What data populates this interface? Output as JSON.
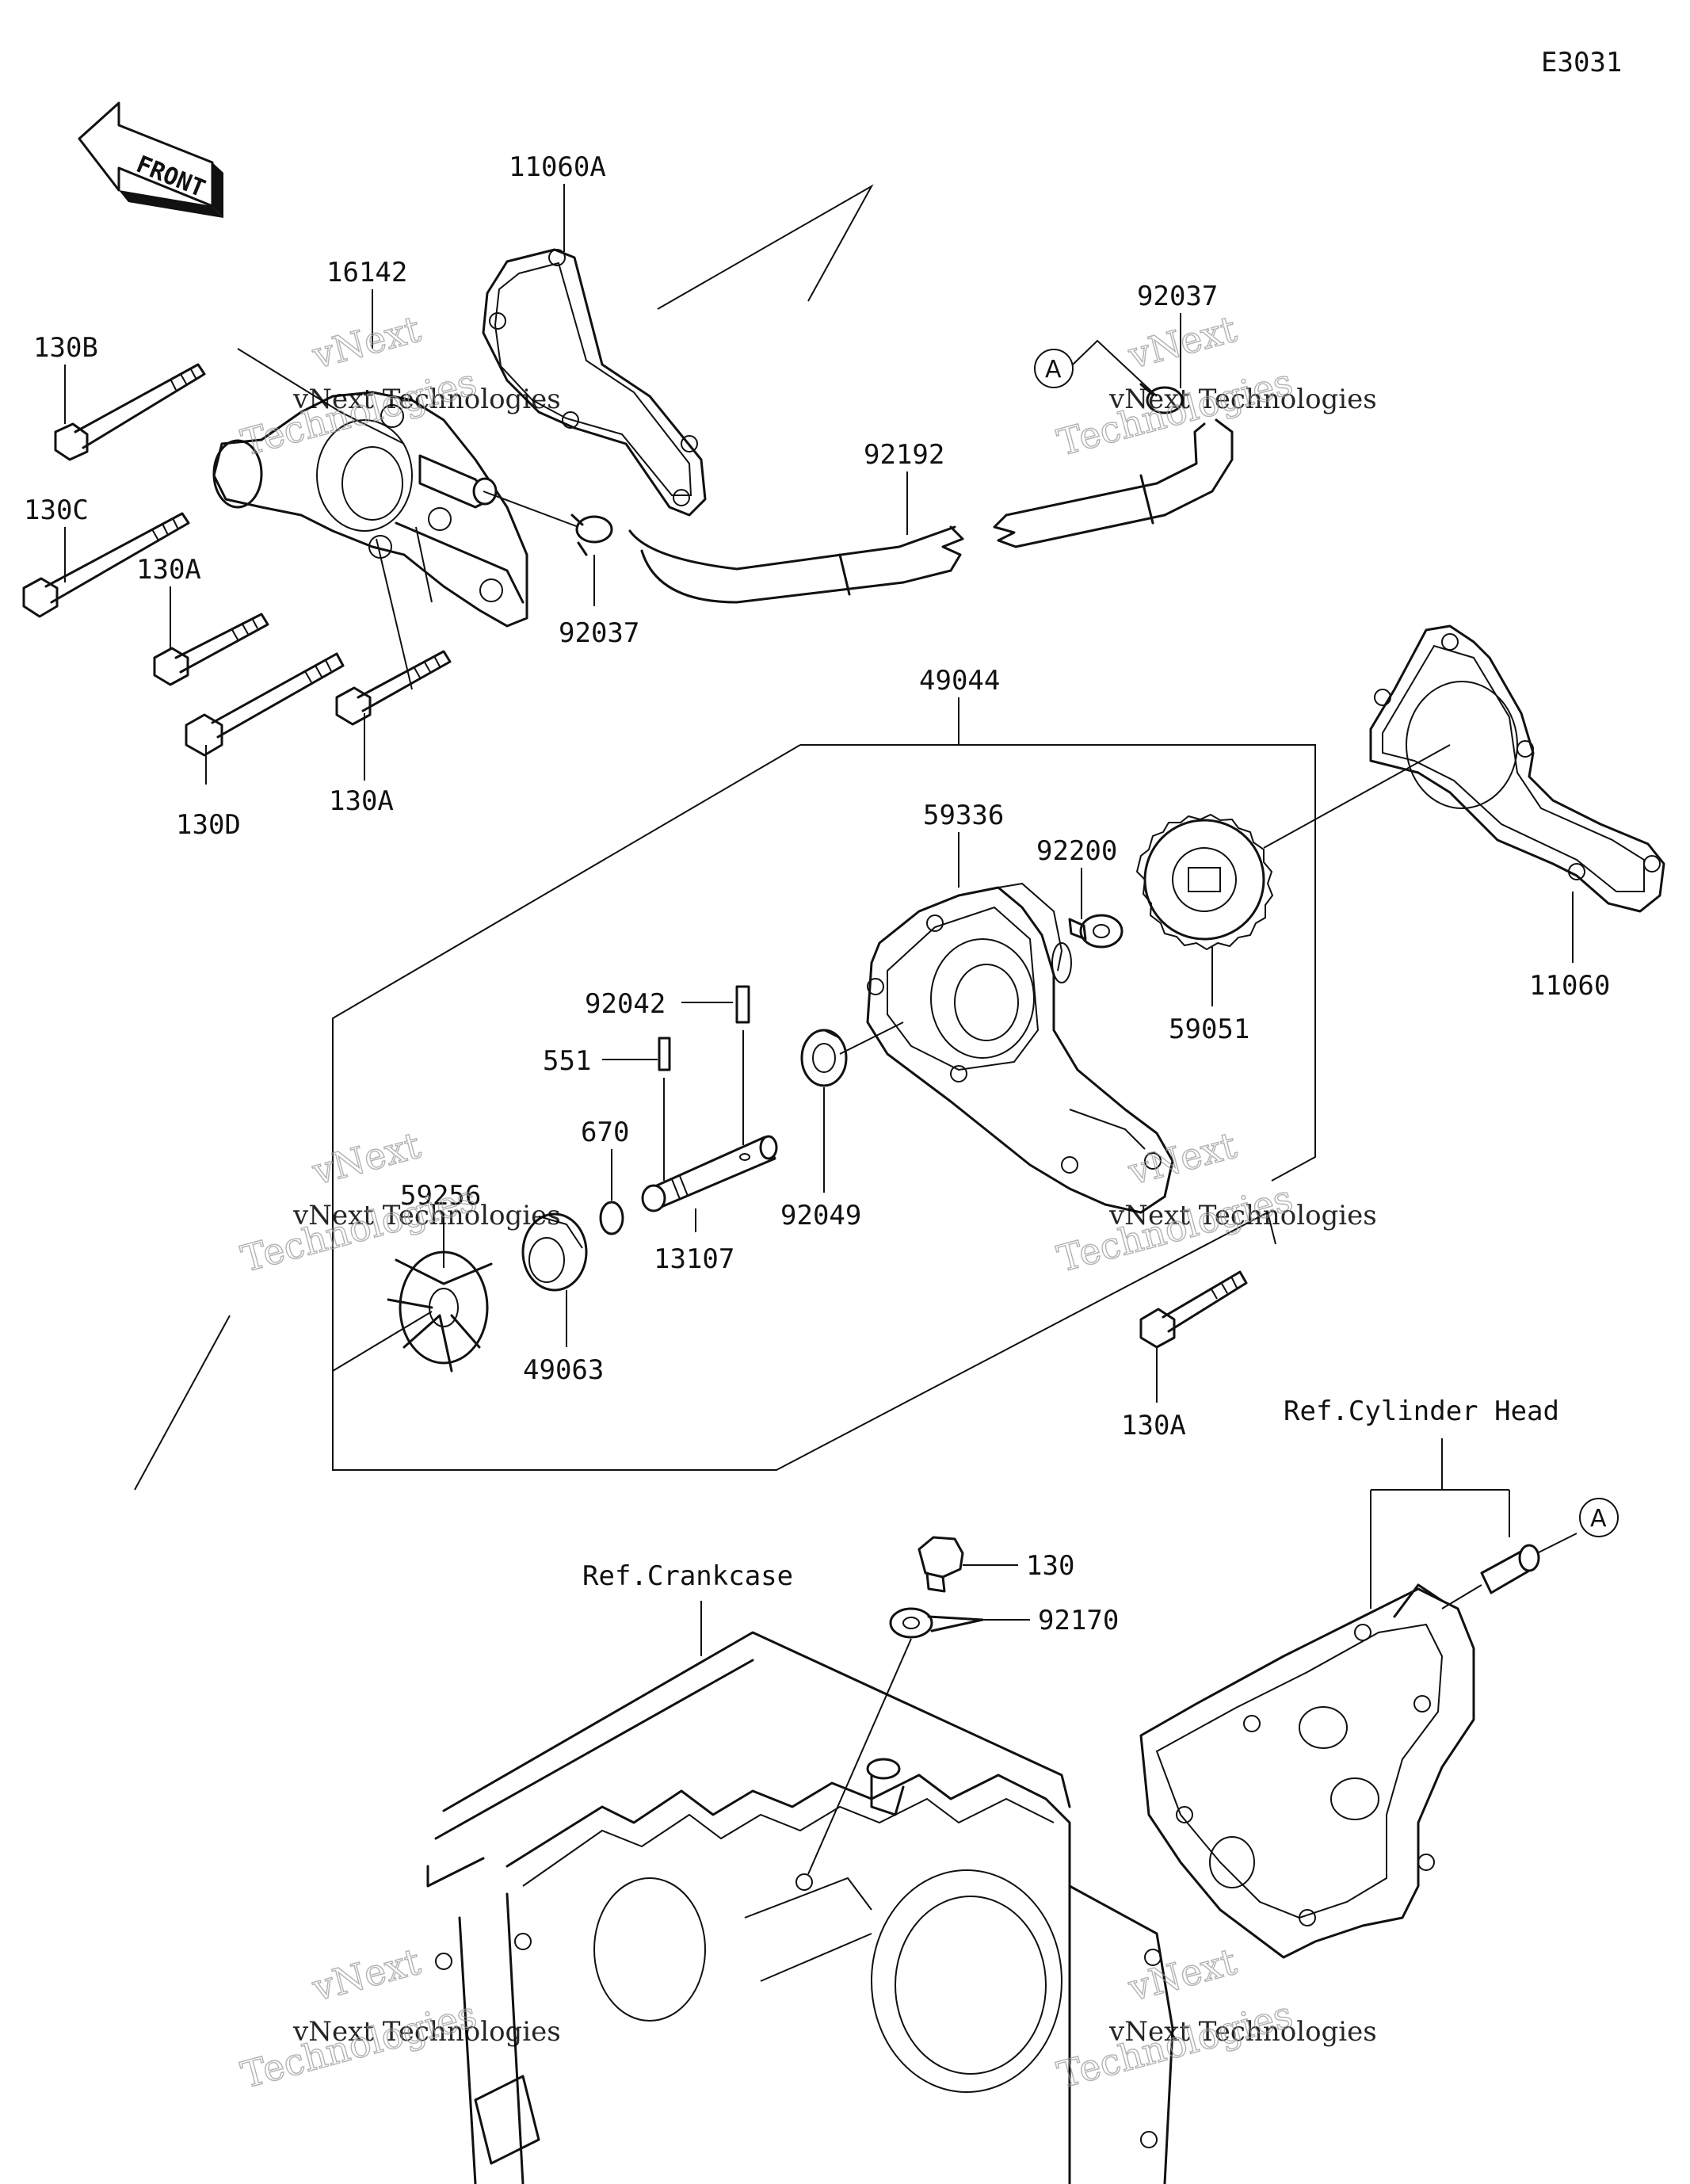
{
  "diagram": {
    "id": "E3031",
    "front_label": "FRONT",
    "callout_marker": "A",
    "references": {
      "cylinder_head": "Ref.Cylinder Head",
      "crankcase": "Ref.Crankcase"
    },
    "watermark": {
      "line1": "vNext Technologies",
      "line2": "Technologies",
      "top": "vNext"
    },
    "parts": [
      {
        "key": "p11060A",
        "number": "11060A"
      },
      {
        "key": "p16142",
        "number": "16142"
      },
      {
        "key": "p130B",
        "number": "130B"
      },
      {
        "key": "p130C",
        "number": "130C"
      },
      {
        "key": "p130A_1",
        "number": "130A"
      },
      {
        "key": "p130D",
        "number": "130D"
      },
      {
        "key": "p130A_2",
        "number": "130A"
      },
      {
        "key": "p92037_1",
        "number": "92037"
      },
      {
        "key": "p92192",
        "number": "92192"
      },
      {
        "key": "p92037_2",
        "number": "92037"
      },
      {
        "key": "p49044",
        "number": "49044"
      },
      {
        "key": "p59336",
        "number": "59336"
      },
      {
        "key": "p92200",
        "number": "92200"
      },
      {
        "key": "p59051",
        "number": "59051"
      },
      {
        "key": "p11060",
        "number": "11060"
      },
      {
        "key": "p92042",
        "number": "92042"
      },
      {
        "key": "p551",
        "number": "551"
      },
      {
        "key": "p670",
        "number": "670"
      },
      {
        "key": "p59256",
        "number": "59256"
      },
      {
        "key": "p92049",
        "number": "92049"
      },
      {
        "key": "p13107",
        "number": "13107"
      },
      {
        "key": "p49063",
        "number": "49063"
      },
      {
        "key": "p130A_3",
        "number": "130A"
      },
      {
        "key": "p130",
        "number": "130"
      },
      {
        "key": "p92170",
        "number": "92170"
      }
    ]
  }
}
